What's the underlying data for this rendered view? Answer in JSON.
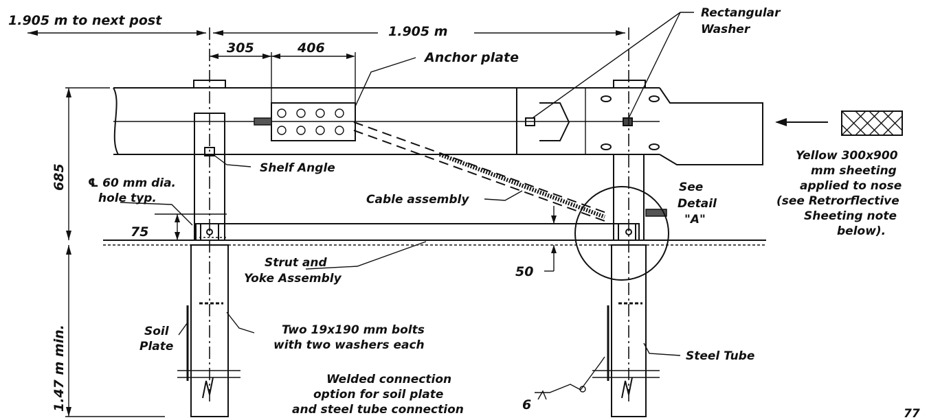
{
  "labels": {
    "next_post": "1.905 m to next post",
    "span": "1.905 m",
    "dim_305": "305",
    "dim_406": "406",
    "rect_washer_1": "Rectangular",
    "rect_washer_2": "Washer",
    "anchor_plate": "Anchor plate",
    "dim_685": "685",
    "shelf_angle": "Shelf Angle",
    "hole_1": "℄ 60 mm dia.",
    "hole_2": "hole typ.",
    "dim_75": "75",
    "cable_assembly": "Cable assembly",
    "see_detail_1": "See",
    "see_detail_2": "Detail",
    "see_detail_3": "\"A\"",
    "yellow_1": "Yellow 300x900",
    "yellow_2": "mm sheeting",
    "yellow_3": "applied to nose",
    "yellow_4": "(see Retrorflective",
    "yellow_5": "Sheeting note",
    "yellow_6": "below).",
    "strut_1": "Strut and",
    "strut_2": "Yoke Assembly",
    "dim_50": "50",
    "dim_147": "1.47 m min.",
    "soil_1": "Soil",
    "soil_2": "Plate",
    "bolts_1": "Two 19x190 mm bolts",
    "bolts_2": "with two washers each",
    "steel_tube": "Steel Tube",
    "welded_1": "Welded connection",
    "welded_2": "option for soil plate",
    "welded_3": "and steel tube connection",
    "weld_size": "6",
    "page_no": "77"
  }
}
